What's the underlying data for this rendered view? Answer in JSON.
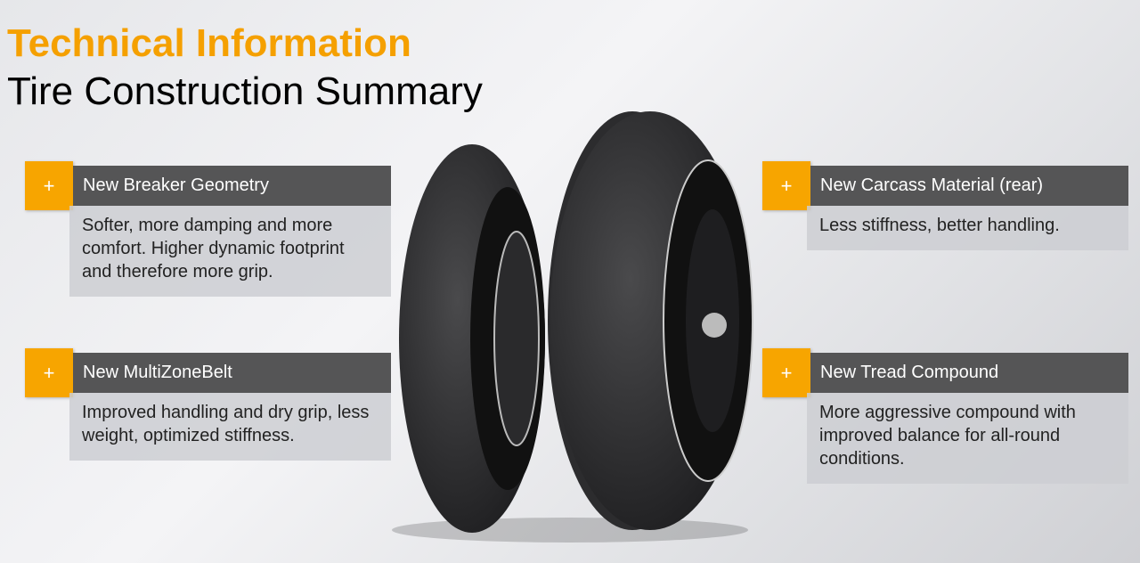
{
  "header": {
    "title": "Technical Information",
    "subtitle": "Tire Construction Summary"
  },
  "features": [
    {
      "icon": "plus-icon",
      "plus": "+",
      "title": "New Breaker Geometry",
      "text": "Softer, more damping and more comfort. Higher dynamic footprint and therefore more grip."
    },
    {
      "icon": "plus-icon",
      "plus": "+",
      "title": "New MultiZoneBelt",
      "text": "Improved handling and dry grip, less weight, optimized stiffness."
    },
    {
      "icon": "plus-icon",
      "plus": "+",
      "title": "New Carcass Material (rear)",
      "text": "Less stiffness, better handling."
    },
    {
      "icon": "plus-icon",
      "plus": "+",
      "title": "New Tread Compound",
      "text": "More aggressive compound with improved balance for all-round conditions."
    }
  ],
  "colors": {
    "accent": "#f5a000",
    "header_bar": "#555556",
    "body_box": "#cdced2"
  }
}
